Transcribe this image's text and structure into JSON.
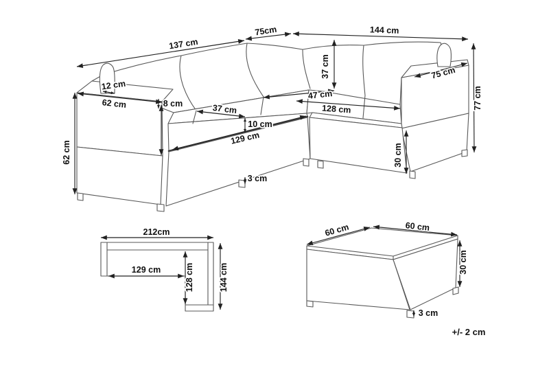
{
  "sofa": {
    "back_width_left": "137 cm",
    "back_width_corner": "75cm",
    "back_width_right": "144 cm",
    "backrest_height": "37 cm",
    "headrest_width": "12 cm",
    "arm_top_length": "62 cm",
    "arm_top_height": "8 cm",
    "side_height": "62 cm",
    "seat_depth_left": "37 cm",
    "seat_cushion_height": "10 cm",
    "seat_width_left": "129 cm",
    "seat_depth_right": "47 cm",
    "seat_width_right": "128 cm",
    "arm_top_length_right": "75 cm",
    "total_height": "77 cm",
    "base_height": "30 cm",
    "leg_height": "3 cm"
  },
  "plan": {
    "total_width": "212cm",
    "seat_width": "129 cm",
    "seat_depth": "128 cm",
    "total_depth": "144 cm"
  },
  "table": {
    "top_width": "60 cm",
    "top_depth": "60 cm",
    "height": "30 cm",
    "leg_height": "3 cm"
  },
  "note": {
    "tolerance": "+/- 2 cm"
  }
}
